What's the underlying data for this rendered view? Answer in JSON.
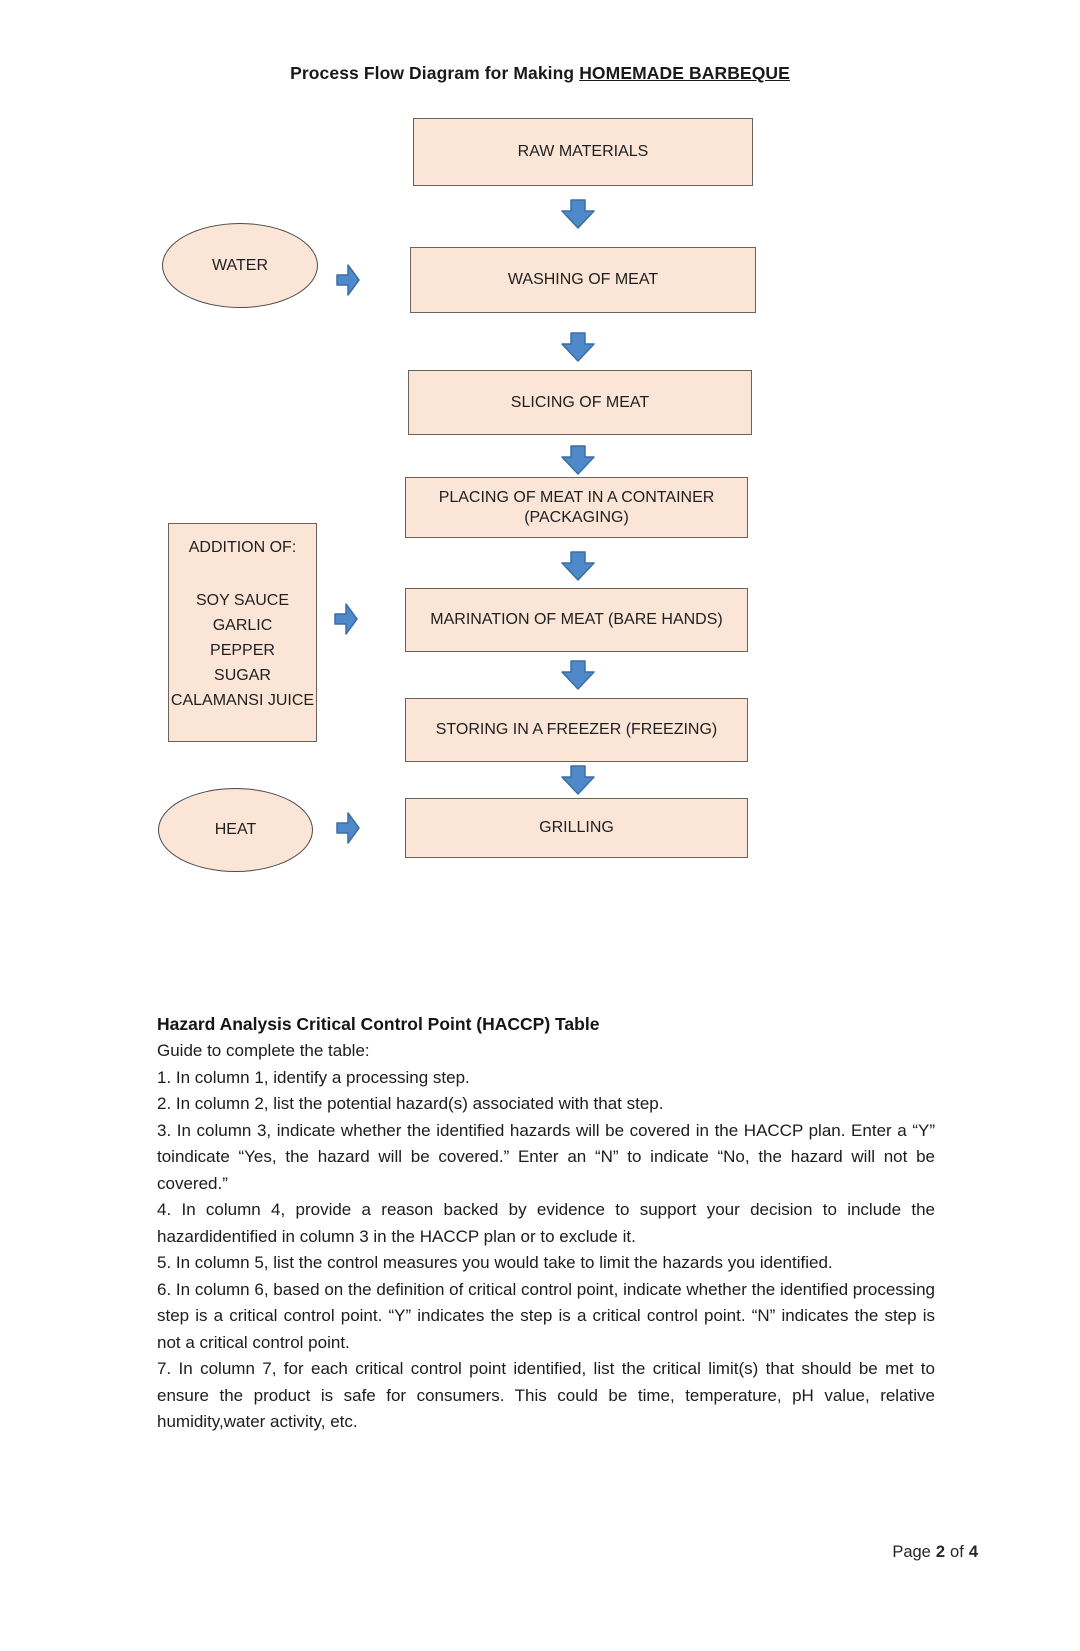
{
  "document": {
    "title": {
      "prefix": "Process Flow Diagram for Making ",
      "underlined": "HOMEMADE BARBEQUE"
    },
    "footer": {
      "page_word": "Page",
      "current_page": "2",
      "of_word": "of",
      "total_pages": "4"
    }
  },
  "flowchart": {
    "steps": [
      "RAW MATERIALS",
      "WASHING OF MEAT",
      "SLICING OF MEAT",
      "PLACING OF MEAT IN A CONTAINER (PACKAGING)",
      "MARINATION OF MEAT (BARE HANDS)",
      "STORING IN A FREEZER (FREEZING)",
      "GRILLING"
    ],
    "inputs": {
      "water": {
        "label": "WATER"
      },
      "addition": {
        "heading": "ADDITION OF:",
        "items": [
          "SOY SAUCE",
          "GARLIC",
          "PEPPER",
          "SUGAR",
          "CALAMANSI JUICE"
        ]
      },
      "heat": {
        "label": "HEAT"
      }
    },
    "colors": {
      "box_fill": "#fbe5d7",
      "box_border": "#6e6258",
      "arrow_fill": "#5089c9",
      "arrow_stroke": "#3a6ea5"
    }
  },
  "haccp_guide": {
    "heading": "Hazard Analysis Critical Control Point (HACCP) Table",
    "intro": "Guide to complete the table:",
    "items": [
      "1. In column 1, identify a processing step.",
      "2. In column 2, list the potential hazard(s) associated with that step.",
      "3. In column 3, indicate whether the identified hazards will be covered in the HACCP plan. Enter a “Y” toindicate “Yes, the hazard will be covered.” Enter an “N” to indicate “No, the hazard will not be covered.”",
      "4. In column 4, provide a reason backed by evidence to support your decision to include the hazardidentified in column 3 in the HACCP plan or to exclude it.",
      "5. In column 5, list the control measures you would take to limit the hazards you identified.",
      "6. In column 6, based on the definition of critical control point, indicate whether the identified processing step is a critical control point. “Y” indicates the step is a critical control point. “N” indicates the step is not a critical control point.",
      "7. In column 7, for each critical control point identified, list the critical limit(s) that should be met to ensure the product is safe for consumers. This could be time, temperature, pH value, relative humidity,water activity, etc."
    ]
  }
}
